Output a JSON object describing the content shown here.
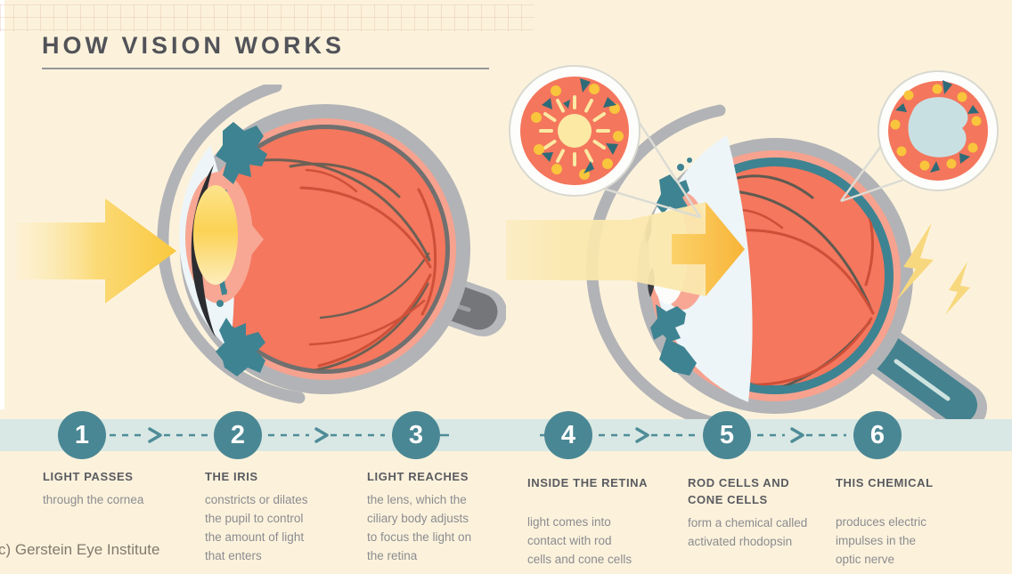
{
  "title": "HOW VISION WORKS",
  "attribution": "c) Gerstein Eye Institute",
  "timeline": {
    "steps": [
      {
        "number": "1",
        "heading": "LIGHT PASSES",
        "body": "through the cornea"
      },
      {
        "number": "2",
        "heading": "THE IRIS",
        "body": "constricts or dilates\nthe pupil to control\nthe amount of light\nthat enters"
      },
      {
        "number": "3",
        "heading": "LIGHT REACHES",
        "body": "the lens, which the\nciliary body adjusts\nto focus the light on\nthe retina"
      },
      {
        "number": "4",
        "heading": "INSIDE THE RETINA",
        "body": "light comes into\ncontact with rod\ncells and cone cells"
      },
      {
        "number": "5",
        "heading": "ROD CELLS AND\nCONE CELLS",
        "body": "form a chemical called\nactivated rhodopsin"
      },
      {
        "number": "6",
        "heading": "THIS CHEMICAL",
        "body": "produces electric\nimpulses in the\noptic nerve"
      }
    ]
  },
  "colors": {
    "background": "#fcf2dc",
    "coral": "#f4775e",
    "coral_light": "#f6a28f",
    "teal": "#3e8391",
    "timeline_circle": "#4a8794",
    "timeline_band": "#d9e8e4",
    "arrow_yellow": "#f9c83e",
    "beam_yellow": "#fbe8ae",
    "sclera_gray": "#b2b3b6",
    "lightning_yellow": "#f8d87e",
    "title_text": "#525359",
    "heading_text": "#5a5b60",
    "body_text": "#8b8c90"
  }
}
